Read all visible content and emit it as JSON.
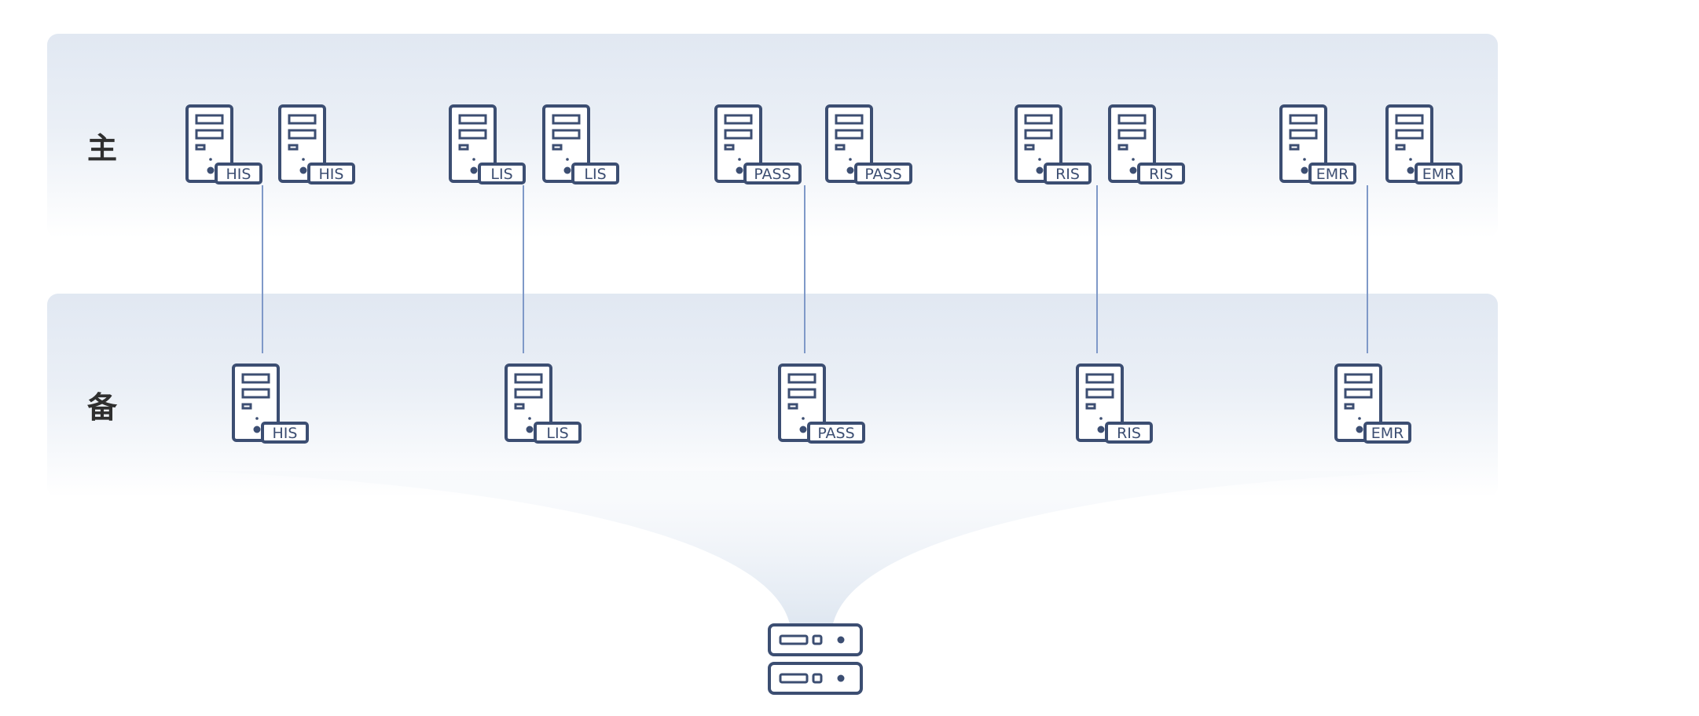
{
  "rows": {
    "primary_label": "主",
    "backup_label": "备"
  },
  "systems": [
    {
      "name": "HIS",
      "primary_count": 2,
      "backup_count": 1
    },
    {
      "name": "LIS",
      "primary_count": 2,
      "backup_count": 1
    },
    {
      "name": "PASS",
      "primary_count": 2,
      "backup_count": 1
    },
    {
      "name": "RIS",
      "primary_count": 2,
      "backup_count": 1
    },
    {
      "name": "EMR",
      "primary_count": 2,
      "backup_count": 1
    }
  ],
  "storage_icon": "storage-server-icon",
  "server_icon": "server-icon",
  "colors": {
    "icon_stroke": "#3c4e72",
    "link_line": "#7f99c8",
    "band": "#e1e8f2"
  }
}
